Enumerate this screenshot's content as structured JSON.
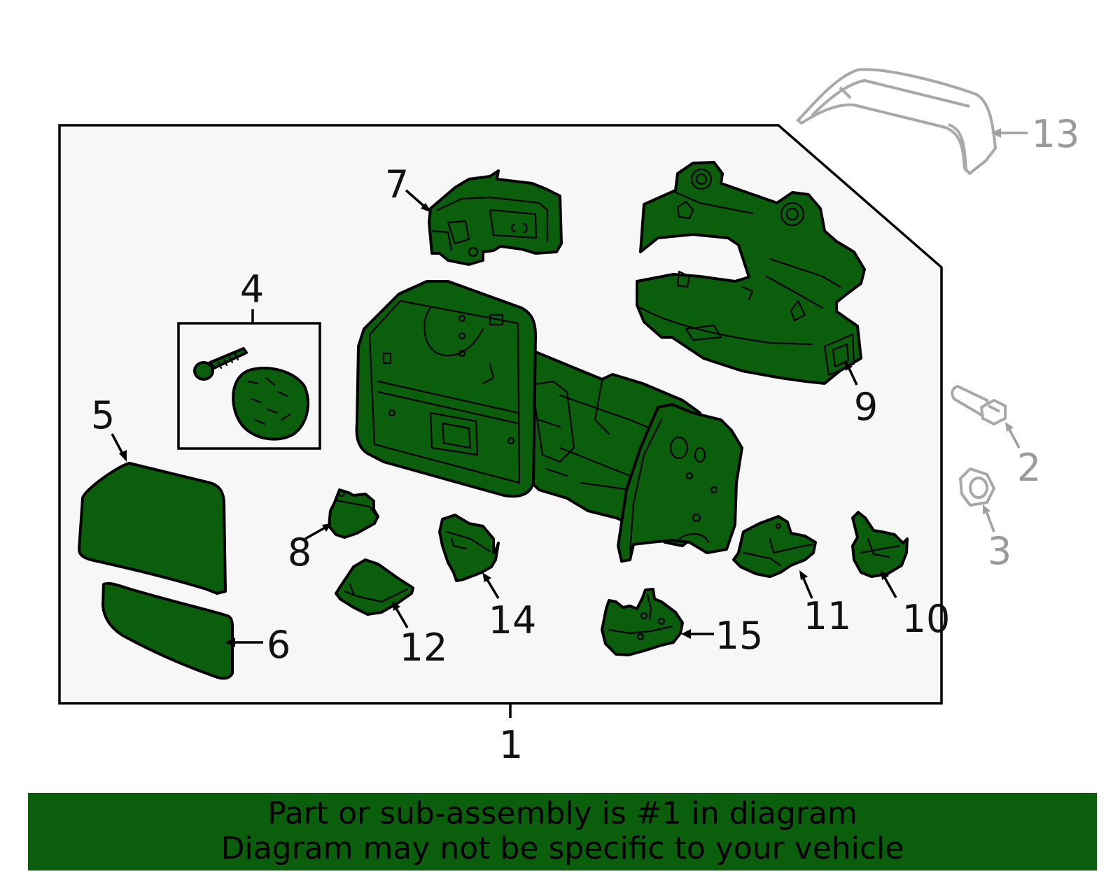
{
  "callouts": {
    "c1": "1",
    "c2": "2",
    "c3": "3",
    "c4": "4",
    "c5": "5",
    "c6": "6",
    "c7": "7",
    "c8": "8",
    "c9": "9",
    "c10": "10",
    "c11": "11",
    "c12": "12",
    "c13": "13",
    "c14": "14",
    "c15": "15"
  },
  "banner": {
    "line1": "Part or sub-assembly is #1 in diagram",
    "line2": "Diagram may not be specific to your vehicle"
  },
  "colors": {
    "part_fill": "#0b5e0b",
    "panel_bg": "#f7f7f7",
    "external_part_gray": "#a8a8a8",
    "banner_bg": "#0b5e0b"
  }
}
